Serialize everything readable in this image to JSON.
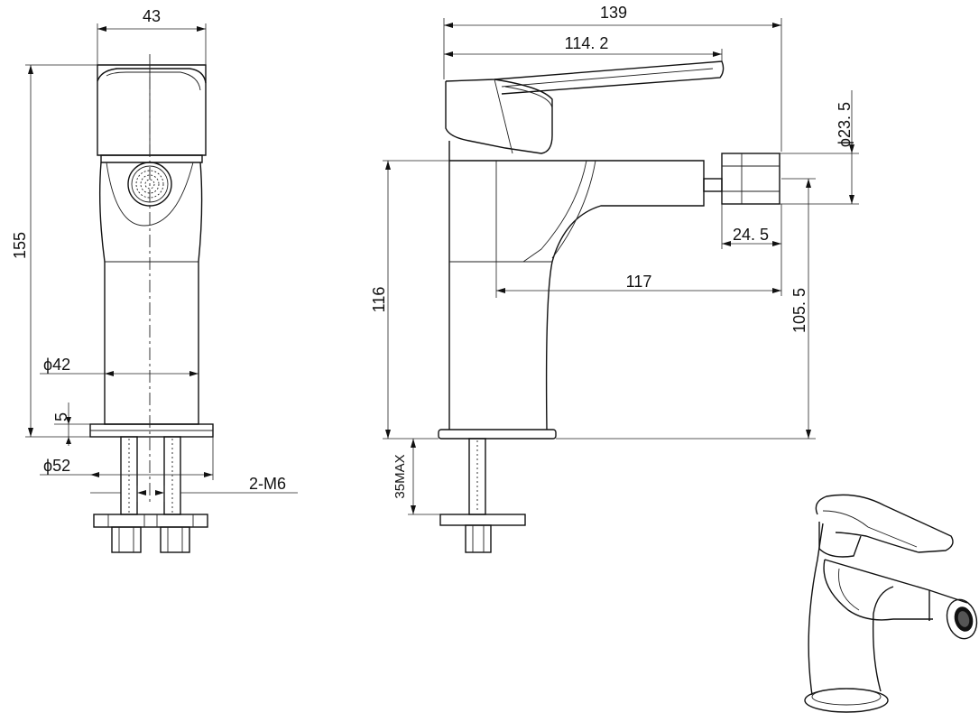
{
  "dimensions": {
    "front_width": "43",
    "front_height": "155",
    "base_diameter": "ϕ42",
    "plate_thickness": "5",
    "plate_diameter": "ϕ52",
    "thread": "2-M6",
    "side_total_length": "139",
    "lever_length": "114. 2",
    "nozzle_diameter": "ϕ23. 5",
    "nozzle_length": "24. 5",
    "spout_reach": "117",
    "body_height": "116",
    "nozzle_height": "105. 5",
    "max_mount": "35MAX"
  },
  "colors": {
    "line": "#111111",
    "background": "#ffffff"
  }
}
